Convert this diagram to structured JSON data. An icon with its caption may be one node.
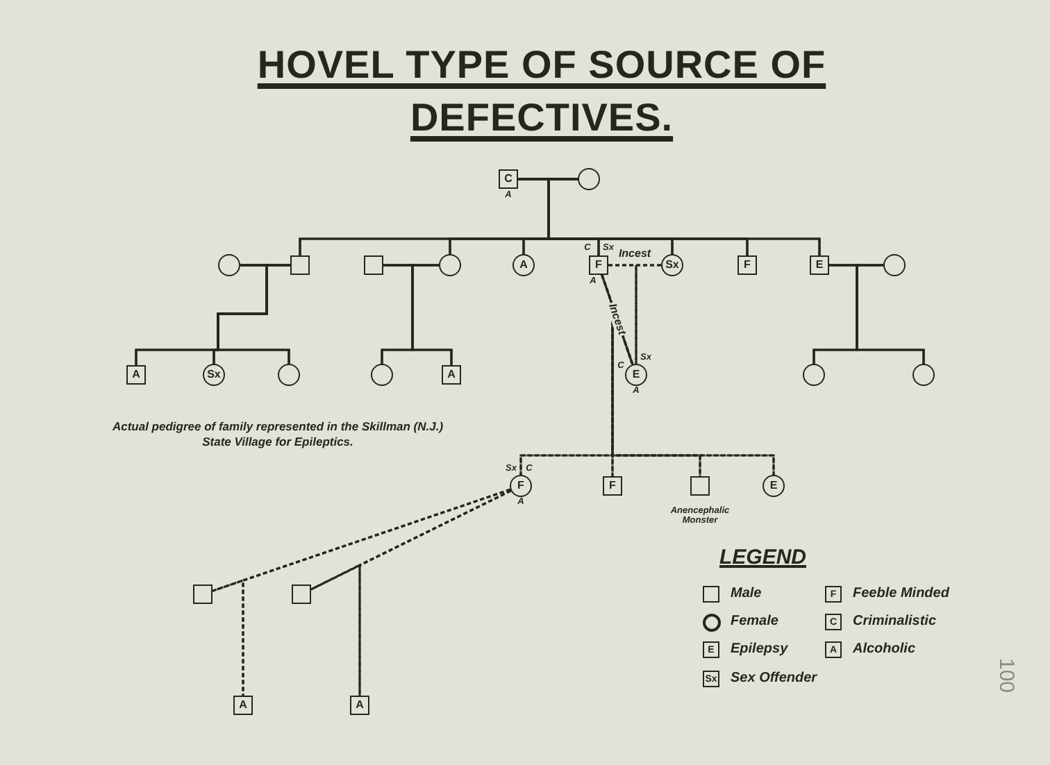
{
  "diagram": {
    "title": "HOVEL TYPE OF SOURCE OF DEFECTIVES.",
    "nodes": [
      {
        "text": [
          "C"
        ],
        "beside": [
          "A"
        ]
      },
      {
        "text": [],
        "shape": "circle"
      },
      {
        "text": [],
        "shape": "circle"
      },
      {
        "text": [],
        "shape": "box"
      },
      {
        "text": [],
        "shape": "box"
      },
      {
        "text": [],
        "shape": "circle"
      },
      {
        "text": [
          "A"
        ]
      },
      {
        "text": [
          "F"
        ],
        "beside": [
          "C",
          "Sx",
          "A"
        ]
      },
      {
        "text": [
          "Sx"
        ]
      },
      {
        "text": [
          "F"
        ]
      },
      {
        "text": [
          "E"
        ]
      },
      {
        "text": [],
        "shape": "circle"
      },
      {
        "text": [
          "A"
        ]
      },
      {
        "text": [
          "Sx"
        ]
      },
      {
        "text": [],
        "shape": "circle"
      },
      {
        "text": [],
        "shape": "circle"
      },
      {
        "text": [
          "A"
        ]
      },
      {
        "text": [
          "E"
        ],
        "beside": [
          "C",
          "Sx",
          "A"
        ]
      },
      {
        "text": [],
        "shape": "circle"
      },
      {
        "text": [],
        "shape": "circle"
      },
      {
        "text": [
          "F"
        ],
        "beside": [
          "Sx",
          "C",
          "A"
        ]
      },
      {
        "text": [
          "F"
        ]
      },
      {
        "text": [],
        "shape": "box",
        "beside": [
          "Anencephalic Monster"
        ]
      },
      {
        "text": [
          "E"
        ]
      },
      {
        "text": [],
        "shape": "box"
      },
      {
        "text": [],
        "shape": "box"
      },
      {
        "text": [
          "A"
        ]
      },
      {
        "text": [
          "A"
        ]
      }
    ],
    "edges": [
      {
        "from": 0,
        "to": 1,
        "arrow": "none"
      },
      {
        "from": 0,
        "to": 3,
        "arrow": "none"
      },
      {
        "from": 1,
        "to": 3,
        "arrow": "none"
      },
      {
        "from": 0,
        "to": 5,
        "arrow": "none"
      },
      {
        "from": 1,
        "to": 5,
        "arrow": "none"
      },
      {
        "from": 0,
        "to": 6,
        "arrow": "none"
      },
      {
        "from": 1,
        "to": 6,
        "arrow": "none"
      },
      {
        "from": 0,
        "to": 7,
        "arrow": "none"
      },
      {
        "from": 1,
        "to": 7,
        "arrow": "none"
      },
      {
        "from": 0,
        "to": 8,
        "arrow": "none"
      },
      {
        "from": 1,
        "to": 8,
        "arrow": "none"
      },
      {
        "from": 0,
        "to": 9,
        "arrow": "none"
      },
      {
        "from": 1,
        "to": 9,
        "arrow": "none"
      },
      {
        "from": 0,
        "to": 10,
        "arrow": "none"
      },
      {
        "from": 1,
        "to": 10,
        "arrow": "none"
      },
      {
        "from": 2,
        "to": 3,
        "arrow": "none"
      },
      {
        "from": 4,
        "to": 5,
        "arrow": "none"
      },
      {
        "from": 7,
        "to": 8,
        "arrow": "none",
        "label": "Incest",
        "style": "dashed"
      },
      {
        "from": 10,
        "to": 11,
        "arrow": "none"
      },
      {
        "from": 2,
        "to": 12,
        "arrow": "none"
      },
      {
        "from": 3,
        "to": 12,
        "arrow": "none"
      },
      {
        "from": 2,
        "to": 13,
        "arrow": "none"
      },
      {
        "from": 3,
        "to": 13,
        "arrow": "none"
      },
      {
        "from": 2,
        "to": 14,
        "arrow": "none"
      },
      {
        "from": 3,
        "to": 14,
        "arrow": "none"
      },
      {
        "from": 4,
        "to": 15,
        "arrow": "none"
      },
      {
        "from": 5,
        "to": 15,
        "arrow": "none"
      },
      {
        "from": 4,
        "to": 16,
        "arrow": "none"
      },
      {
        "from": 5,
        "to": 16,
        "arrow": "none"
      },
      {
        "from": 7,
        "to": 17,
        "arrow": "none",
        "style": "dashed"
      },
      {
        "from": 8,
        "to": 17,
        "arrow": "none",
        "style": "dashed"
      },
      {
        "from": 10,
        "to": 18,
        "arrow": "none"
      },
      {
        "from": 11,
        "to": 18,
        "arrow": "none"
      },
      {
        "from": 10,
        "to": 19,
        "arrow": "none"
      },
      {
        "from": 11,
        "to": 19,
        "arrow": "none"
      },
      {
        "from": 17,
        "to": 7,
        "arrow": "none",
        "label": "Incest"
      },
      {
        "from": 7,
        "to": 20,
        "arrow": "none",
        "style": "dashed"
      },
      {
        "from": 17,
        "to": 20,
        "arrow": "none",
        "style": "dashed"
      },
      {
        "from": 7,
        "to": 21,
        "arrow": "none",
        "style": "dashed"
      },
      {
        "from": 17,
        "to": 21,
        "arrow": "none",
        "style": "dashed"
      },
      {
        "from": 7,
        "to": 22,
        "arrow": "none",
        "style": "dashed"
      },
      {
        "from": 17,
        "to": 22,
        "arrow": "none",
        "style": "dashed"
      },
      {
        "from": 7,
        "to": 23,
        "arrow": "none",
        "style": "dashed"
      },
      {
        "from": 17,
        "to": 23,
        "arrow": "none",
        "style": "dashed"
      },
      {
        "from": 20,
        "to": 24,
        "arrow": "none",
        "style": "dashed"
      },
      {
        "from": 20,
        "to": 25,
        "arrow": "none",
        "style": "dashed"
      },
      {
        "from": 20,
        "to": 26,
        "arrow": "none",
        "style": "dashed"
      },
      {
        "from": 24,
        "to": 26,
        "arrow": "none",
        "style": "dashed"
      },
      {
        "from": 20,
        "to": 27,
        "arrow": "none",
        "style": "dashed"
      },
      {
        "from": 25,
        "to": 27,
        "arrow": "none",
        "style": "dashed"
      }
    ],
    "labels": [
      "Actual pedigree of family represented in the Skillman (N.J.) State Village for Epileptics.",
      "LEGEND",
      "F",
      "C",
      "E",
      "A",
      "Sx",
      "100"
    ],
    "legend": [
      {
        "text": "Male"
      },
      {
        "text": "Feeble Minded"
      },
      {
        "text": "Female"
      },
      {
        "text": "Criminalistic"
      },
      {
        "text": "Epilepsy"
      },
      {
        "text": "Alcoholic"
      },
      {
        "text": "Sex Offender"
      }
    ]
  }
}
